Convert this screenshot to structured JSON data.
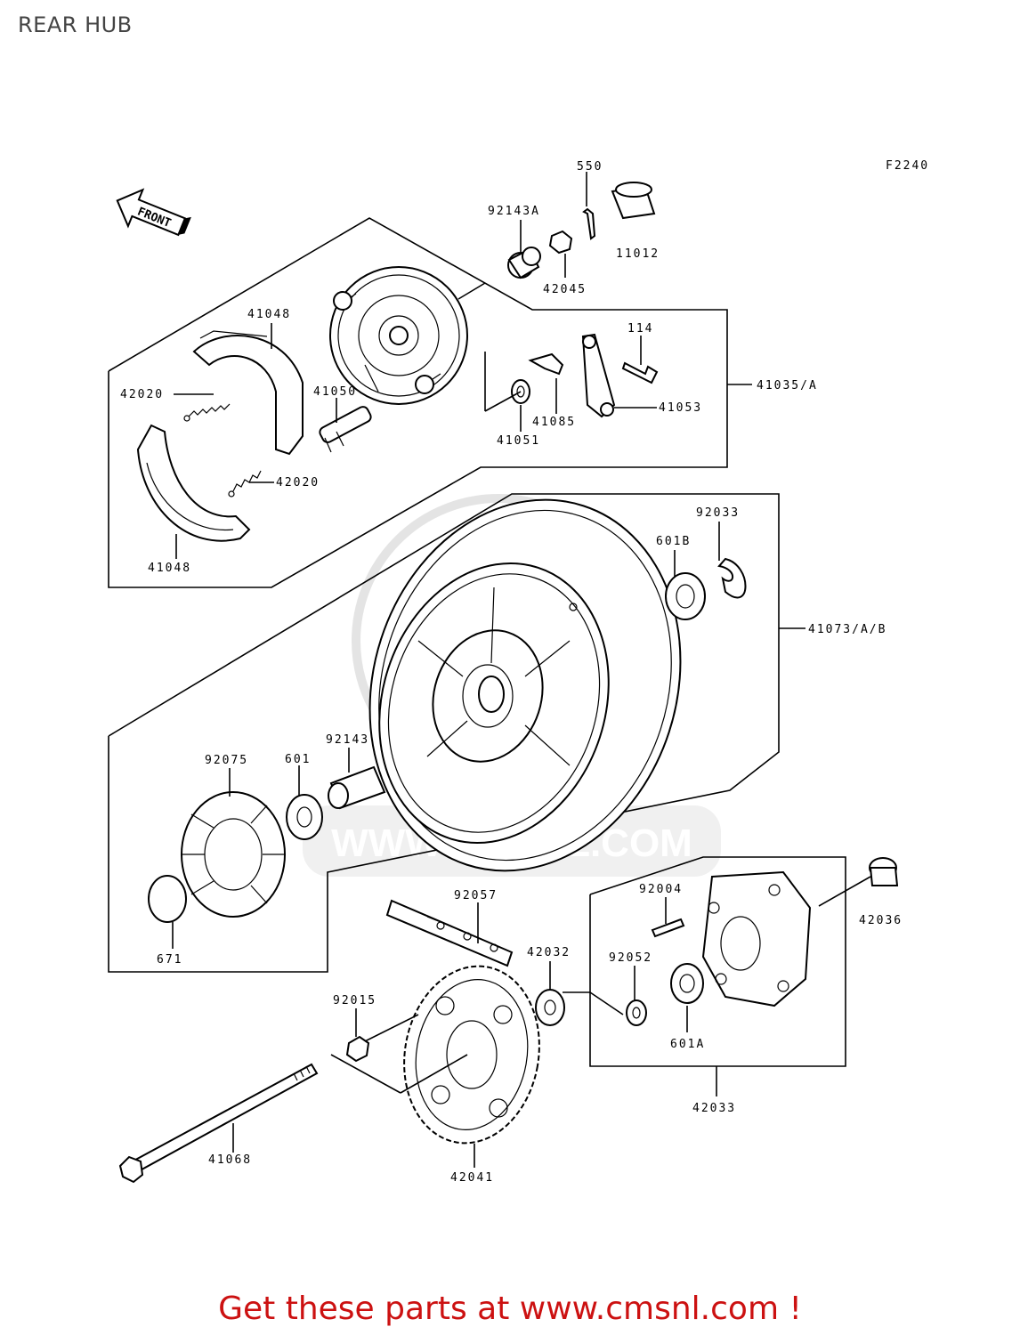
{
  "page": {
    "title": "REAR HUB",
    "footer": "Get these parts at www.cmsnl.com !"
  },
  "diagram": {
    "figure_code": "F2240",
    "front_label": "FRONT",
    "watermark": "WWW.CMSNL.COM",
    "colors": {
      "footer": "#cc1111",
      "title": "#444444",
      "lines": "#000000"
    },
    "labels": {
      "p550": "550",
      "p92143A": "92143A",
      "p11012": "11012",
      "p42045": "42045",
      "p41048_top": "41048",
      "p42020_top": "42020",
      "p41050": "41050",
      "p114": "114",
      "p41035A": "41035/A",
      "p41085": "41085",
      "p41053": "41053",
      "p41051": "41051",
      "p42020_bottom": "42020",
      "p41048_bottom": "41048",
      "p92033": "92033",
      "p601B": "601B",
      "p41073AB": "41073/A/B",
      "p92143": "92143",
      "p92075": "92075",
      "p601": "601",
      "p671": "671",
      "p92057": "92057",
      "p92004": "92004",
      "p42036": "42036",
      "p42032": "42032",
      "p92052": "92052",
      "p92015": "92015",
      "p601A": "601A",
      "p42033": "42033",
      "p41068": "41068",
      "p42041": "42041"
    }
  }
}
